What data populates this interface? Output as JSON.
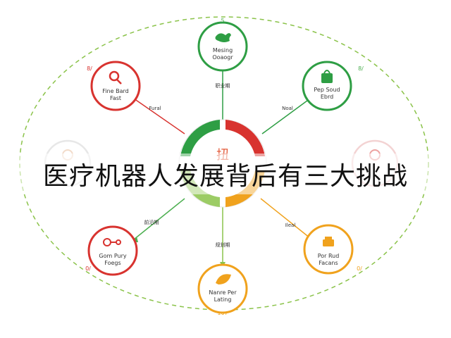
{
  "headline": "医疗机器人发展背后有三大挑战",
  "hub": {
    "glyph": "扭"
  },
  "ring_marks": {
    "top": "5",
    "left_upper": "8/",
    "right_upper": "8/",
    "left_lower": "0/",
    "right_lower": "0/",
    "bottom": "167"
  },
  "colors": {
    "green": "#2e9e44",
    "red": "#d8332f",
    "orange": "#f0a21d",
    "ring": "#8bc34a"
  },
  "nodes": [
    {
      "id": "top",
      "label1": "Mesing",
      "label2": "Ooaogr",
      "color": "#2e9e44",
      "icon": "bird-icon"
    },
    {
      "id": "top-right",
      "label1": "Pep Soud",
      "label2": "Ebrd",
      "color": "#2e9e44",
      "icon": "bag-icon"
    },
    {
      "id": "top-left",
      "label1": "Fine Bard",
      "label2": "Fast",
      "color": "#d8332f",
      "icon": "magnifier-icon"
    },
    {
      "id": "left",
      "label1": "",
      "label2": "",
      "color": "#c8c8c8",
      "icon": "faded-icon"
    },
    {
      "id": "right",
      "label1": "",
      "label2": "",
      "color": "#e0a0a0",
      "icon": "faded-icon"
    },
    {
      "id": "bottom-left",
      "label1": "Gom Pury",
      "label2": "Foegs",
      "color": "#d8332f",
      "icon": "link-icon"
    },
    {
      "id": "bottom",
      "label1": "Nanre Per",
      "label2": "Lating",
      "color": "#f0a21d",
      "icon": "leaf-icon"
    },
    {
      "id": "bottom-right",
      "label1": "Por Rud",
      "label2": "Facans",
      "color": "#f0a21d",
      "icon": "cart-icon"
    }
  ],
  "edge_labels": {
    "top": "职业期",
    "top_right": "Noal",
    "top_left": "Fural",
    "bottom_left": "前沿期",
    "bottom_right": "Ileal",
    "bottom": "规划期"
  }
}
